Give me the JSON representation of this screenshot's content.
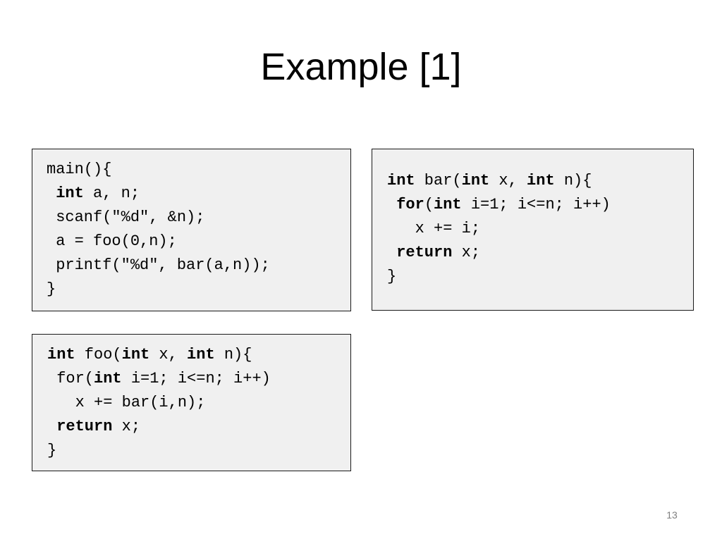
{
  "slide": {
    "title": "Example [1]",
    "page_number": "13"
  },
  "code_blocks": {
    "main": [
      [
        {
          "t": "main(){",
          "b": false
        }
      ],
      [
        {
          "t": " ",
          "b": false
        },
        {
          "t": "int",
          "b": true
        },
        {
          "t": " a, n;",
          "b": false
        }
      ],
      [
        {
          "t": " scanf(\"%d\", &n);",
          "b": false
        }
      ],
      [
        {
          "t": " a = foo(0,n);",
          "b": false
        }
      ],
      [
        {
          "t": " printf(\"%d\", bar(a,n));",
          "b": false
        }
      ],
      [
        {
          "t": "}",
          "b": false
        }
      ]
    ],
    "bar": [
      [
        {
          "t": "int",
          "b": true
        },
        {
          "t": " bar(",
          "b": false
        },
        {
          "t": "int",
          "b": true
        },
        {
          "t": " x, ",
          "b": false
        },
        {
          "t": "int",
          "b": true
        },
        {
          "t": " n){",
          "b": false
        }
      ],
      [
        {
          "t": " ",
          "b": false
        },
        {
          "t": "for",
          "b": true
        },
        {
          "t": "(",
          "b": false
        },
        {
          "t": "int",
          "b": true
        },
        {
          "t": " i=1; i<=n; i++)",
          "b": false
        }
      ],
      [
        {
          "t": "   x += i;",
          "b": false
        }
      ],
      [
        {
          "t": " ",
          "b": false
        },
        {
          "t": "return",
          "b": true
        },
        {
          "t": " x;",
          "b": false
        }
      ],
      [
        {
          "t": "}",
          "b": false
        }
      ]
    ],
    "foo": [
      [
        {
          "t": "int",
          "b": true
        },
        {
          "t": " foo(",
          "b": false
        },
        {
          "t": "int",
          "b": true
        },
        {
          "t": " x, ",
          "b": false
        },
        {
          "t": "int",
          "b": true
        },
        {
          "t": " n){",
          "b": false
        }
      ],
      [
        {
          "t": " for(",
          "b": false
        },
        {
          "t": "int",
          "b": true
        },
        {
          "t": " i=1; i<=n; i++)",
          "b": false
        }
      ],
      [
        {
          "t": "   x += bar(i,n);",
          "b": false
        }
      ],
      [
        {
          "t": " ",
          "b": false
        },
        {
          "t": "return",
          "b": true
        },
        {
          "t": " x;",
          "b": false
        }
      ],
      [
        {
          "t": "}",
          "b": false
        }
      ]
    ]
  },
  "colors": {
    "code_background": "#f0f0f0",
    "code_border": "#1a1a1a",
    "page_number": "#7f7f7f"
  }
}
